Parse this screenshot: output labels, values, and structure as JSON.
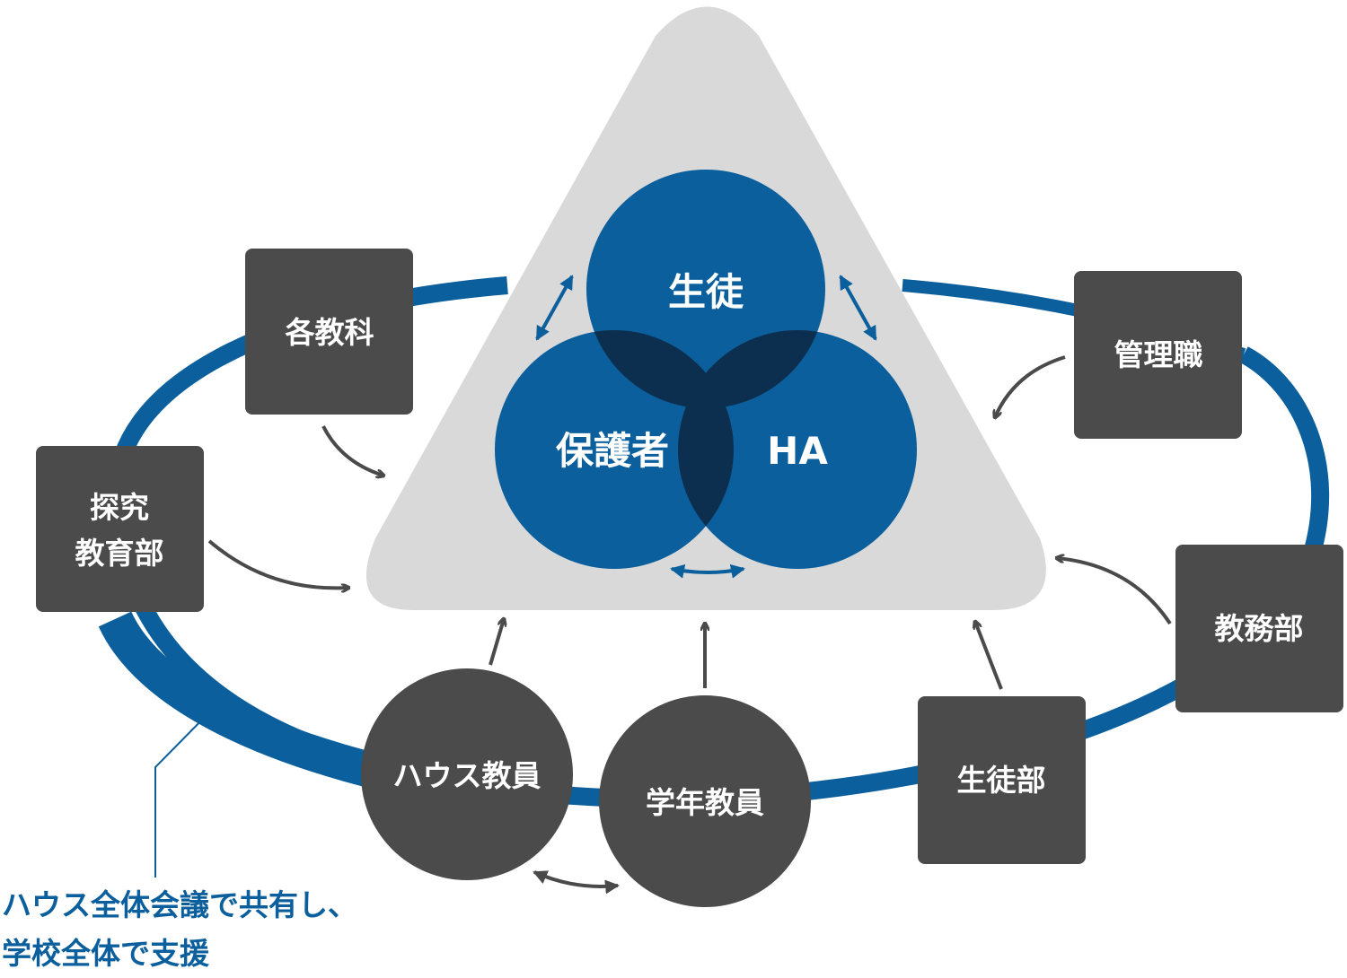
{
  "colors": {
    "blue": "#0b5f9c",
    "blue_dark": "#0d2f4f",
    "gray_box": "#4b4b4b",
    "triangle": "#d9d9d9",
    "arrow_gray": "#4a4a4a"
  },
  "core": {
    "student": "生徒",
    "guardian": "保護者",
    "ha": "HA"
  },
  "departments": {
    "subjects": "各教科",
    "inquiry_line1": "探究",
    "inquiry_line2": "教育部",
    "management": "管理職",
    "academic_affairs": "教務部",
    "student_affairs": "生徒部"
  },
  "teachers": {
    "house": "ハウス教員",
    "grade": "学年教員"
  },
  "caption": {
    "line1": "ハウス全体会議で共有し、",
    "line2": "学校全体で支援"
  }
}
